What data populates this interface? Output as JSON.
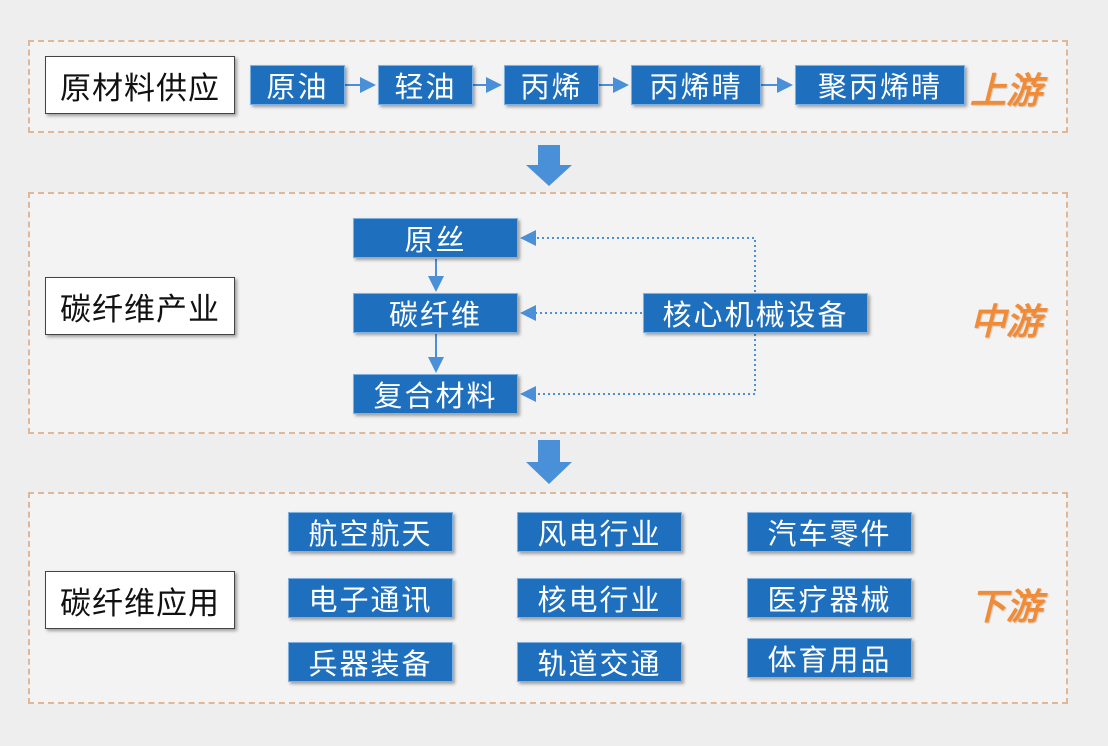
{
  "upstream": {
    "label": "原材料供应",
    "stage": "上游",
    "chain": [
      "原油",
      "轻油",
      "丙烯",
      "丙烯晴",
      "聚丙烯晴"
    ]
  },
  "midstream": {
    "label": "碳纤维产业",
    "stage": "中游",
    "steps": [
      "原丝",
      "碳纤维",
      "复合材料"
    ],
    "equipment": "核心机械设备"
  },
  "downstream": {
    "label": "碳纤维应用",
    "stage": "下游",
    "apps": [
      "航空航天",
      "风电行业",
      "汽车零件",
      "电子通讯",
      "核电行业",
      "医疗器械",
      "兵器装备",
      "轨道交通",
      "体育用品"
    ]
  },
  "colors": {
    "node": "#1e6fbe",
    "stage": "#f08c38",
    "arrow": "#4a90d9",
    "border": "#e0b897"
  }
}
